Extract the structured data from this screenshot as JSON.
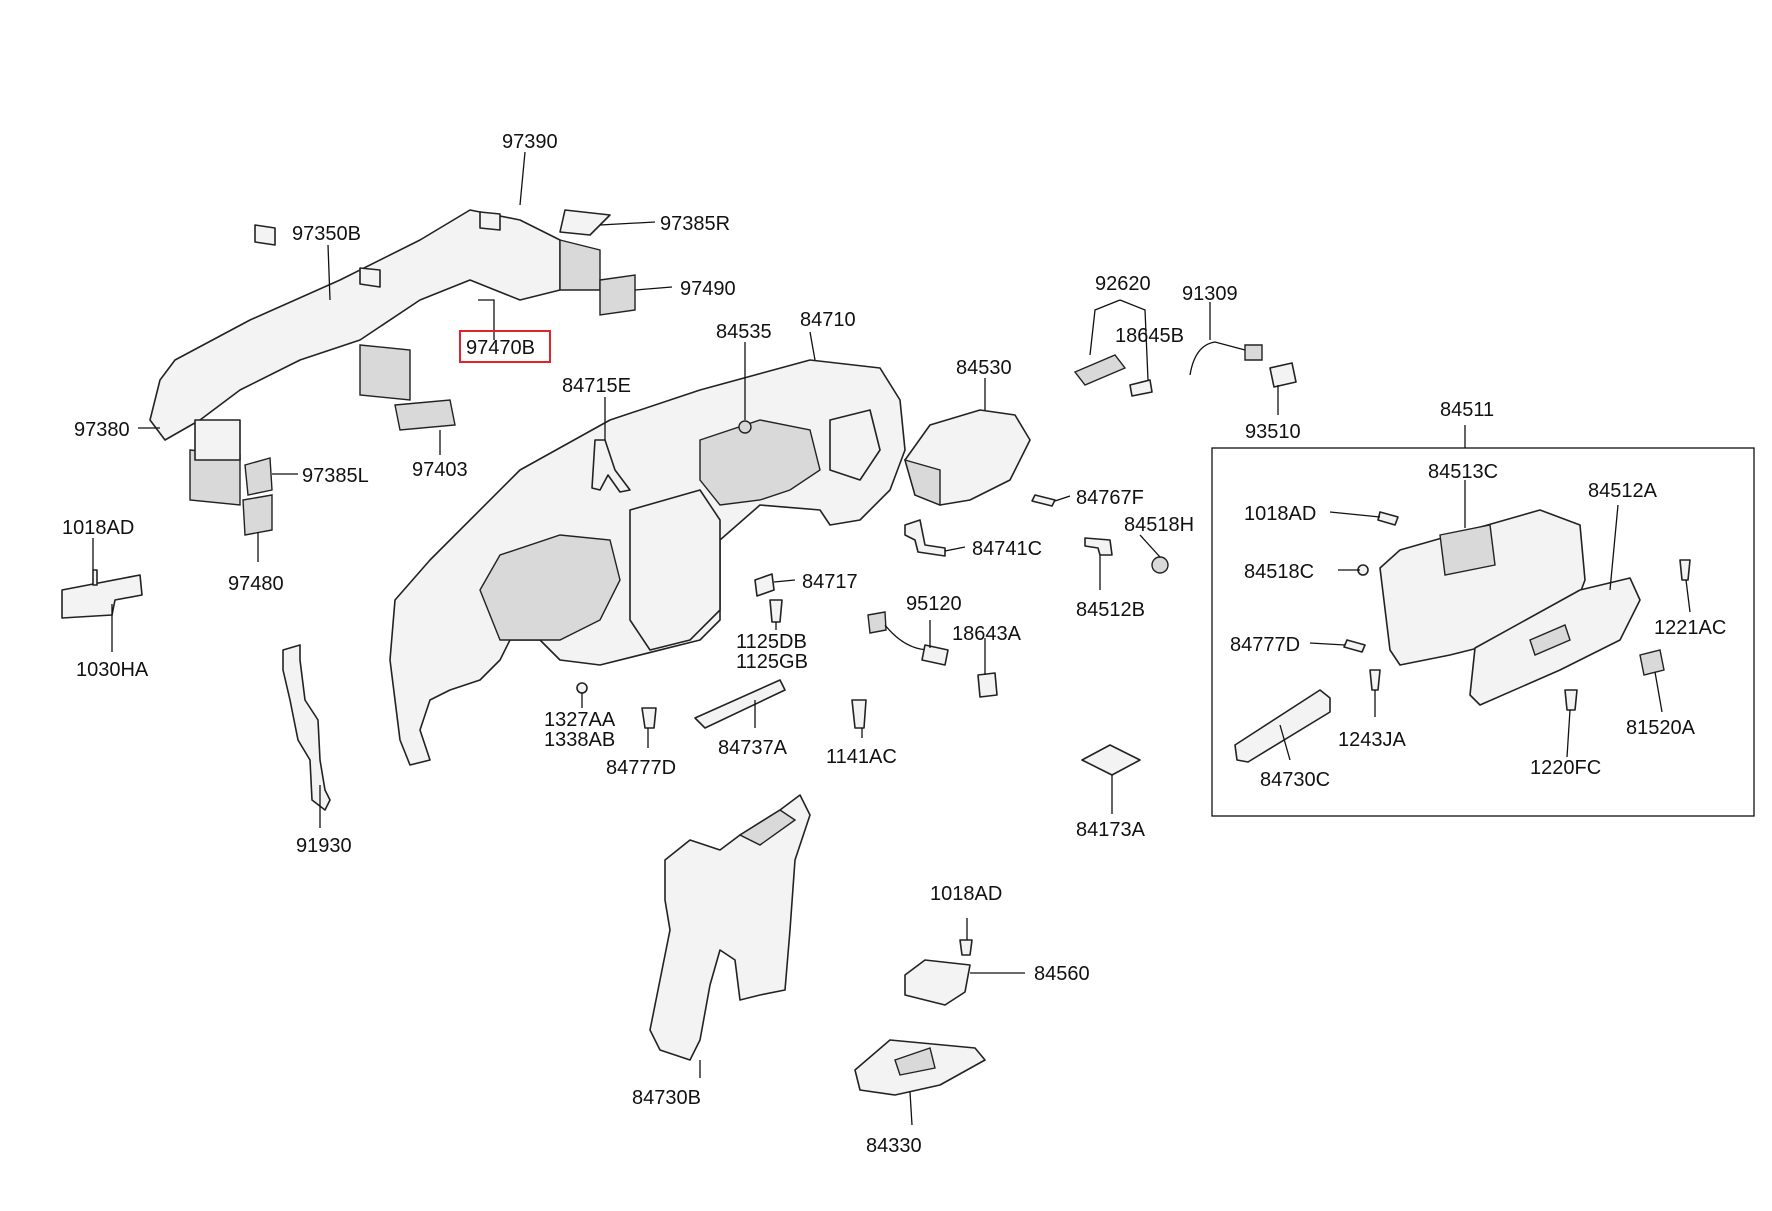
{
  "diagram": {
    "highlight_color": "#e0242b",
    "labels": {
      "l97390": "97390",
      "l97385R": "97385R",
      "l97350B": "97350B",
      "l97490": "97490",
      "l97470B": "97470B",
      "l97380": "97380",
      "l97403": "97403",
      "l97385L": "97385L",
      "l97480": "97480",
      "l1018AD_a": "1018AD",
      "l1030HA": "1030HA",
      "l91930": "91930",
      "l84535": "84535",
      "l84710": "84710",
      "l84715E": "84715E",
      "l84530": "84530",
      "l92620": "92620",
      "l18645B": "18645B",
      "l91309": "91309",
      "l93510": "93510",
      "l84767F": "84767F",
      "l84741C": "84741C",
      "l84518H": "84518H",
      "l84512B": "84512B",
      "l84717": "84717",
      "l95120": "95120",
      "l18643A": "18643A",
      "l1125DB": "1125DB",
      "l1125GB": "1125GB",
      "l1327AA": "1327AA",
      "l1338AB": "1338AB",
      "l84777D_a": "84777D",
      "l84737A": "84737A",
      "l1141AC": "1141AC",
      "l84173A": "84173A",
      "l84730B": "84730B",
      "l1018AD_c": "1018AD",
      "l84560": "84560",
      "l84330": "84330",
      "l84511": "84511",
      "l84513C": "84513C",
      "l84512A": "84512A",
      "l1018AD_b": "1018AD",
      "l84518C": "84518C",
      "l84777D_b": "84777D",
      "l1221AC": "1221AC",
      "l1243JA": "1243JA",
      "l81520A": "81520A",
      "l84730C": "84730C",
      "l1220FC": "1220FC"
    }
  }
}
